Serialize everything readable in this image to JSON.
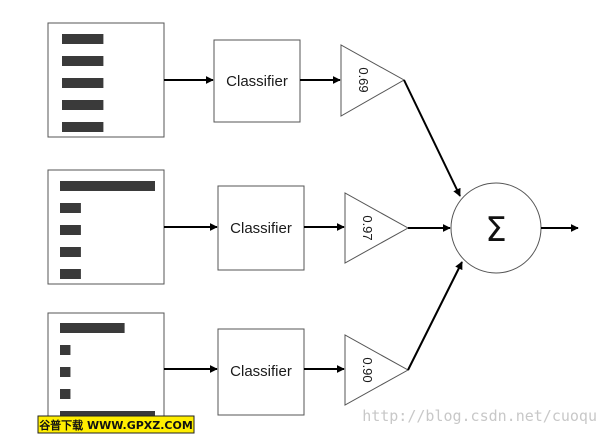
{
  "stages": [
    {
      "features": [
        {
          "fraction": 0.45
        },
        {
          "fraction": 0.45
        },
        {
          "fraction": 0.45
        },
        {
          "fraction": 0.45
        },
        {
          "fraction": 0.45
        }
      ],
      "classifier_label": "Classifier",
      "weight": "0.69"
    },
    {
      "features": [
        {
          "fraction": 1.0
        },
        {
          "fraction": 0.22
        },
        {
          "fraction": 0.22
        },
        {
          "fraction": 0.22
        },
        {
          "fraction": 0.22
        }
      ],
      "classifier_label": "Classifier",
      "weight": "0.97"
    },
    {
      "features": [
        {
          "fraction": 0.68
        },
        {
          "fraction": 0.11
        },
        {
          "fraction": 0.11
        },
        {
          "fraction": 0.11
        },
        {
          "fraction": 1.0
        }
      ],
      "classifier_label": "Classifier",
      "weight": "0.90"
    }
  ],
  "summation_symbol": "Σ",
  "watermark": {
    "url": "http://blog.csdn.net/cuoqu",
    "badge": "谷普下载 WWW.GPXZ.COM",
    "badge_color": "#ffee00"
  }
}
